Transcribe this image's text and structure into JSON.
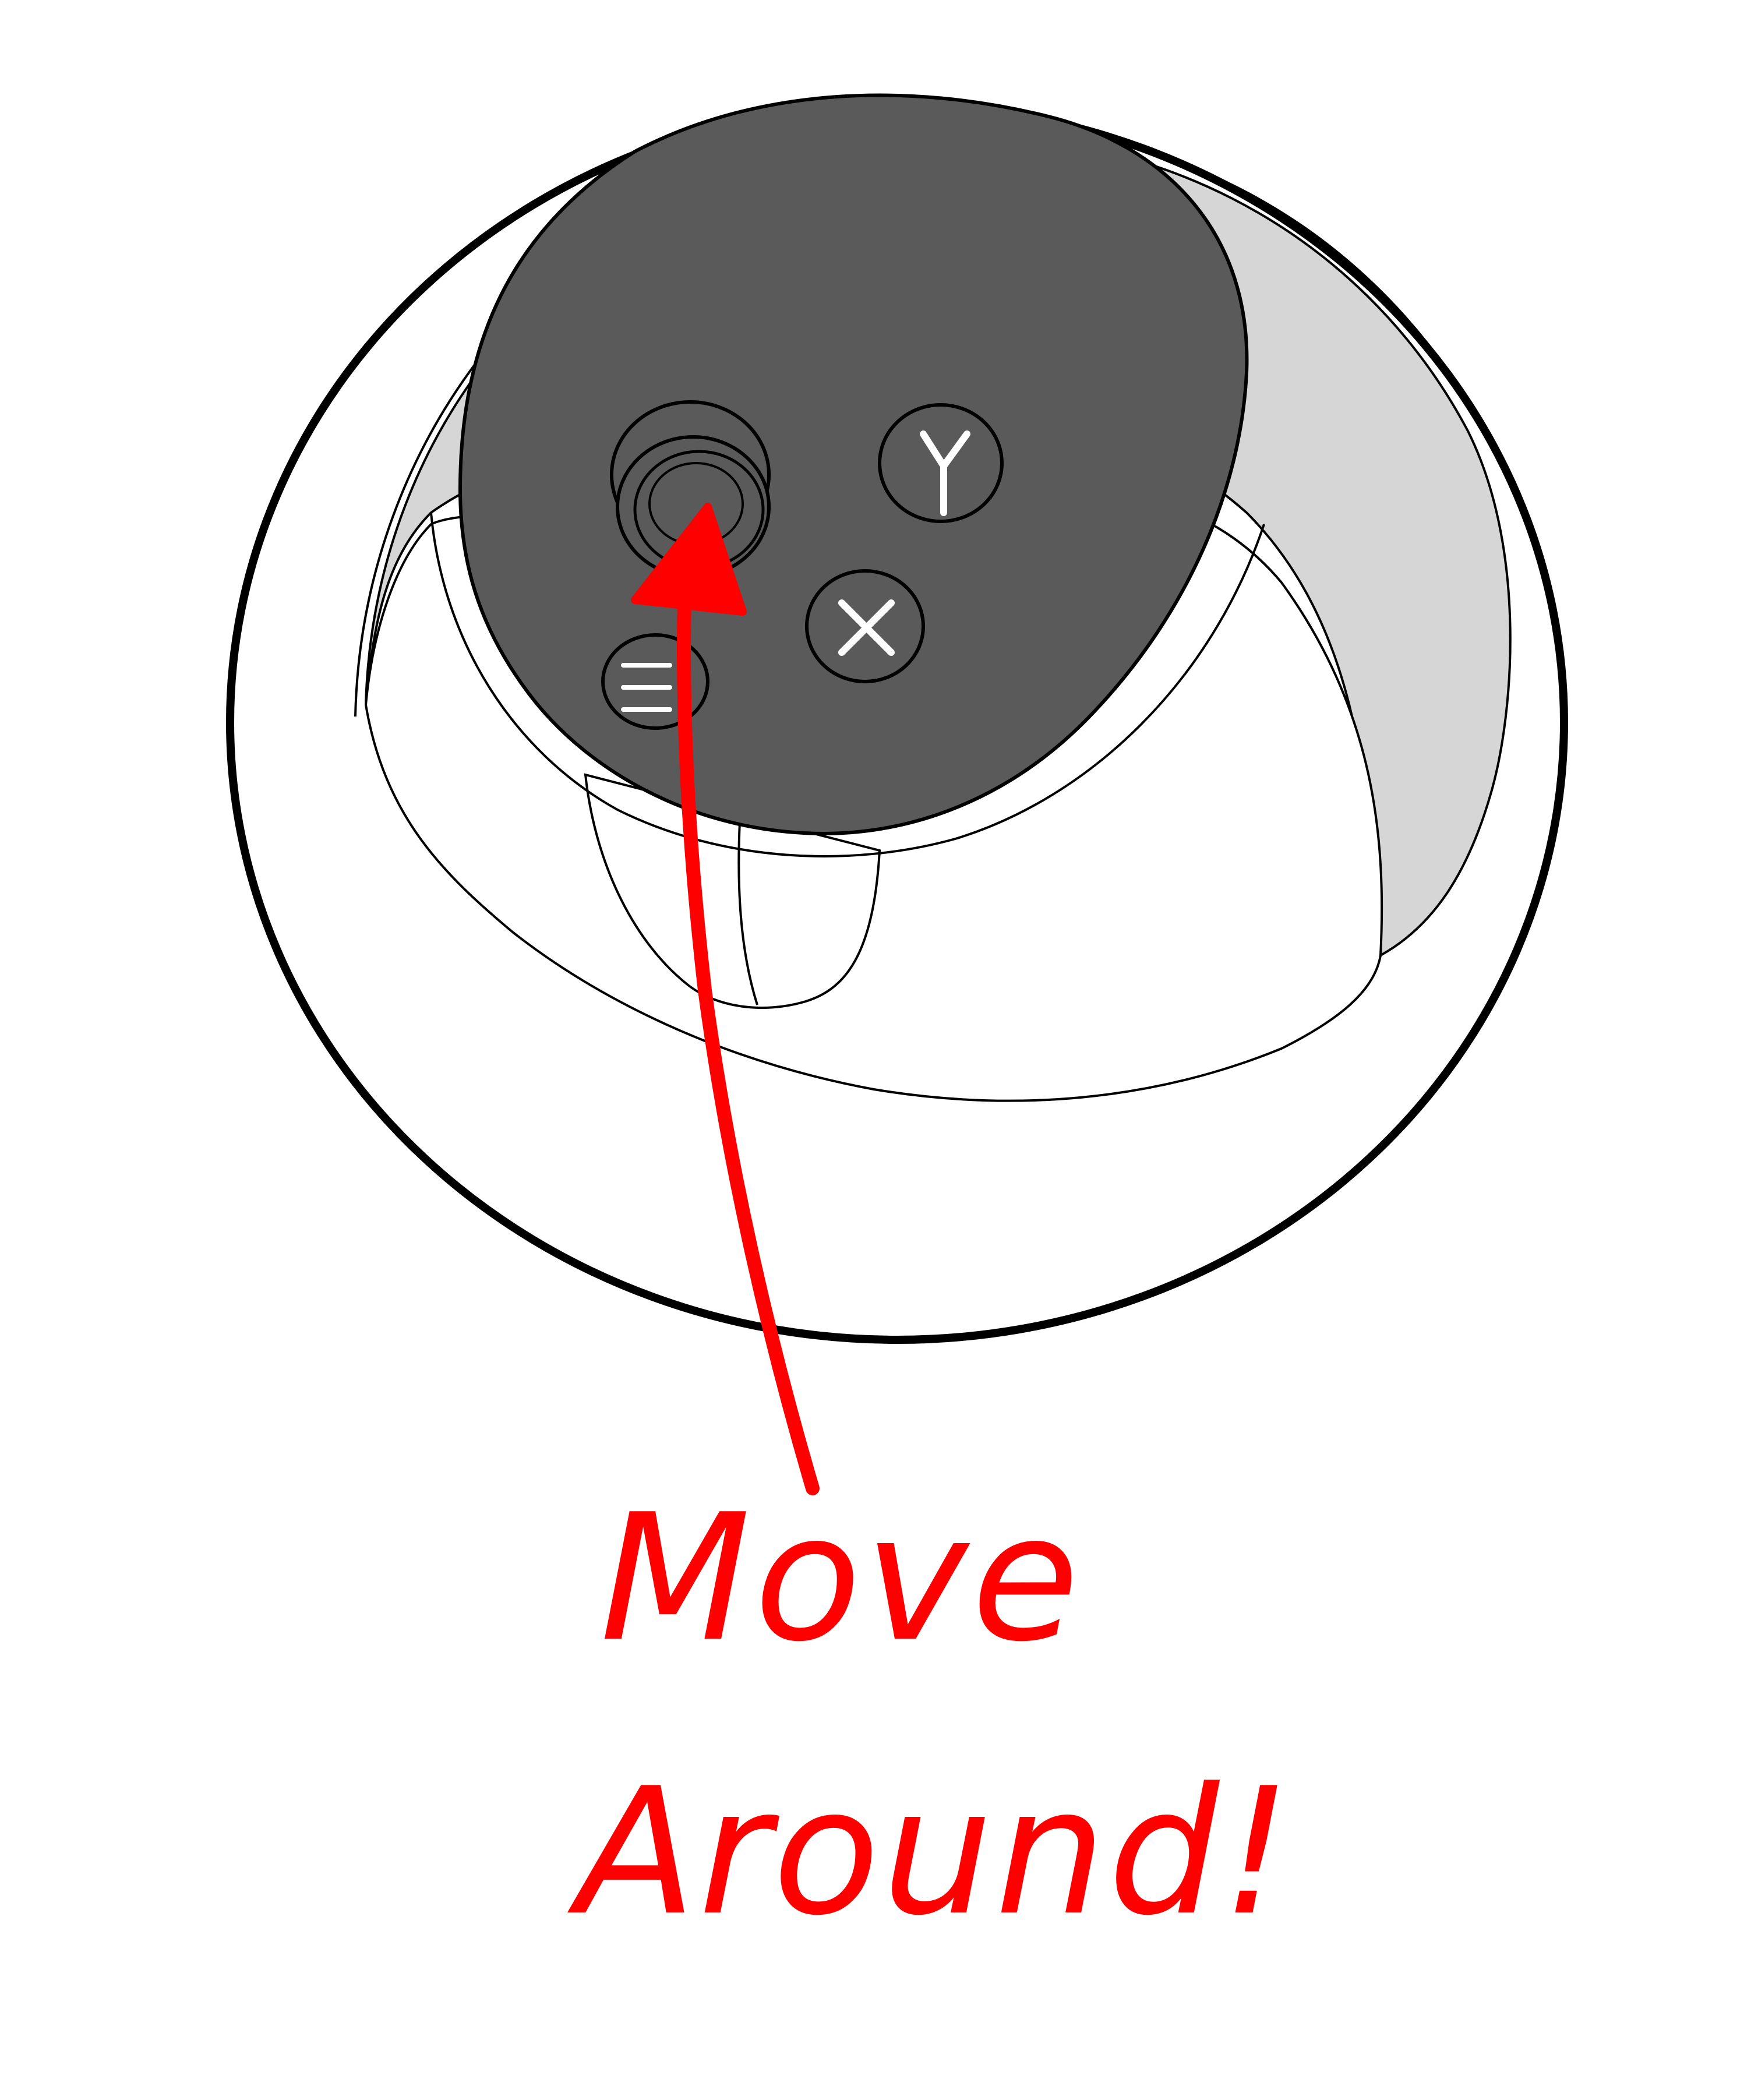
{
  "illustration": {
    "subject": "vr-controller-top-view",
    "colors": {
      "outline": "#000000",
      "face": "#5a5a5a",
      "ring_inner": "#d6d6d6",
      "body": "#ffffff",
      "arrow": "#ff0000",
      "glyph": "#ffffff"
    },
    "buttons": [
      {
        "name": "thumbstick",
        "glyph": ""
      },
      {
        "name": "y-button",
        "glyph": "Y"
      },
      {
        "name": "x-button",
        "glyph": "X"
      },
      {
        "name": "menu-button",
        "glyph": "≡"
      }
    ]
  },
  "annotation": {
    "line1": "Move",
    "line2": "Around!"
  }
}
